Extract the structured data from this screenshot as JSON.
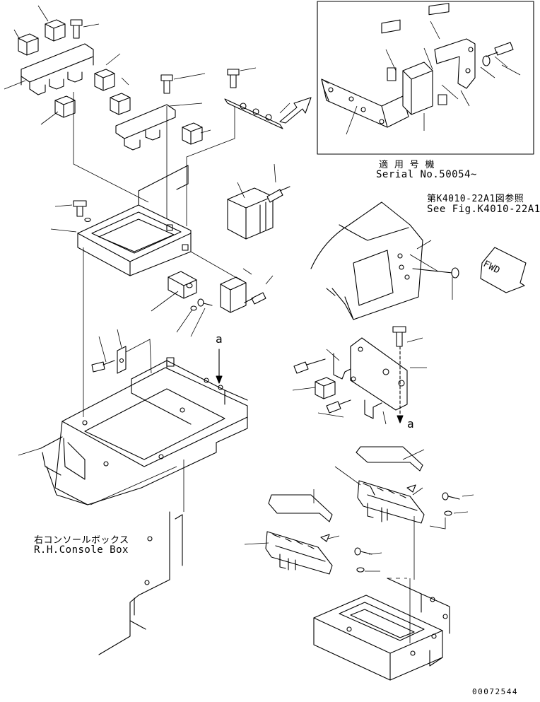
{
  "inset": {
    "applicability_jp": "適 用 号 機",
    "serial_label": "Serial No.50054~"
  },
  "reference": {
    "ref_jp": "第K4010-22A1図参照",
    "ref_en": "See Fig.K4010-22A1"
  },
  "console_box": {
    "jp": "右コンソールボックス",
    "en": "R.H.Console Box"
  },
  "direction_label": "FWD",
  "callout_a_top": "a",
  "callout_a_bottom": "a",
  "drawing_number": "00072544"
}
